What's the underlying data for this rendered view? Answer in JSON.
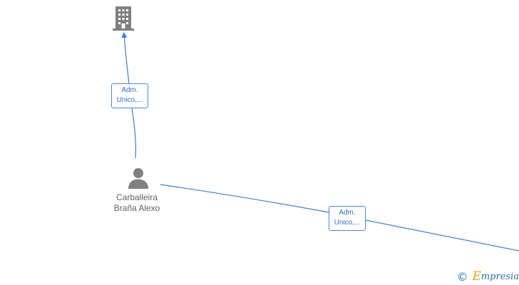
{
  "colors": {
    "edge": "#3f7fd4",
    "icon": "#808080",
    "label_text": "#2f6fc4",
    "brand_blue": "#2f6fb6",
    "brand_orange": "#e3a321"
  },
  "nodes": {
    "company": {
      "icon": "building-icon"
    },
    "person": {
      "icon": "person-icon",
      "name_line1": "Carballeira",
      "name_line2": "Braña Alexo"
    }
  },
  "edges": [
    {
      "from": "person",
      "to": "company",
      "label_line1": "Adm.",
      "label_line2": "Unico,..."
    },
    {
      "from": "person",
      "to": "offscreen",
      "label_line1": "Adm.",
      "label_line2": "Unico,..."
    }
  ],
  "watermark": {
    "symbol": "©",
    "brand_initial": "E",
    "brand_rest": "mpresia"
  }
}
